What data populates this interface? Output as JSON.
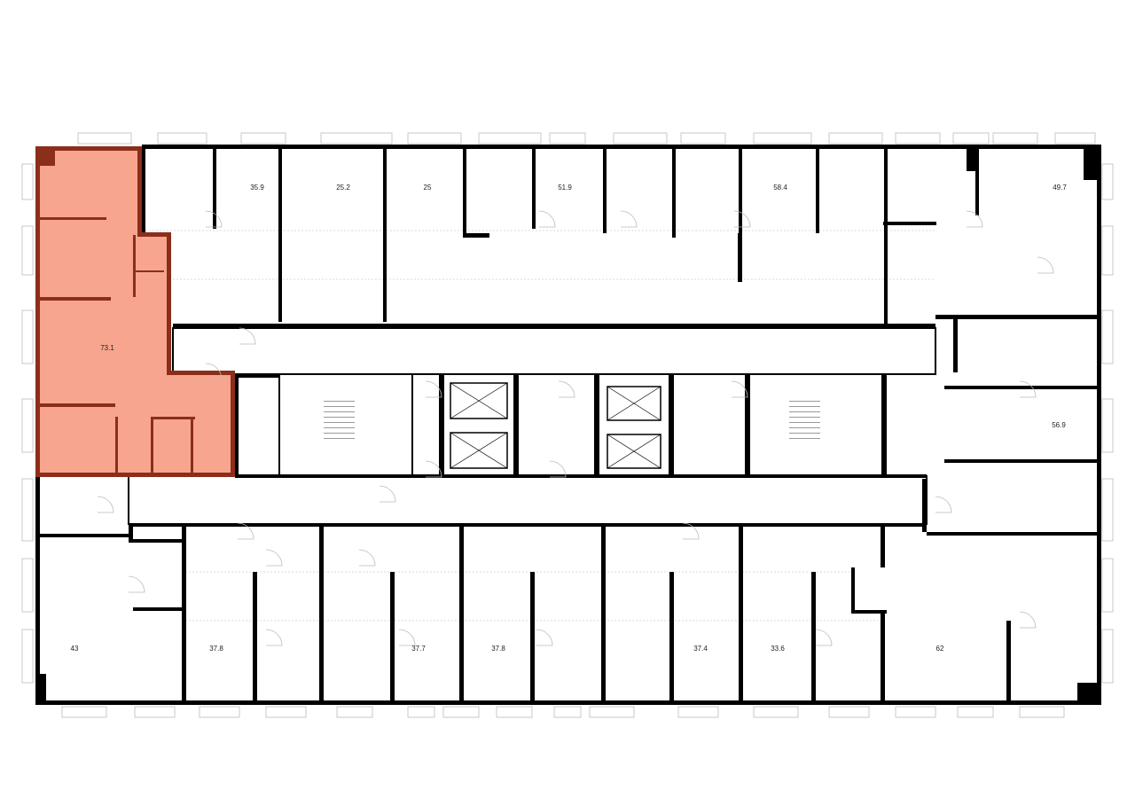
{
  "plan": {
    "highlight_color": "#F7A58F",
    "highlight_wall_color": "#8B2E1A",
    "selected_unit": {
      "area": "73.1"
    },
    "top_units": [
      {
        "area": "35.9"
      },
      {
        "area": "25.2"
      },
      {
        "area": "25"
      },
      {
        "area": "51.9"
      },
      {
        "area": "58.4"
      },
      {
        "area": "49.7"
      }
    ],
    "right_units": [
      {
        "area": "56.9"
      }
    ],
    "bottom_units": [
      {
        "area": "43"
      },
      {
        "area": "37.8"
      },
      {
        "area": "37.7"
      },
      {
        "area": "37.8"
      },
      {
        "area": "37.4"
      },
      {
        "area": "33.6"
      },
      {
        "area": "62"
      }
    ]
  }
}
